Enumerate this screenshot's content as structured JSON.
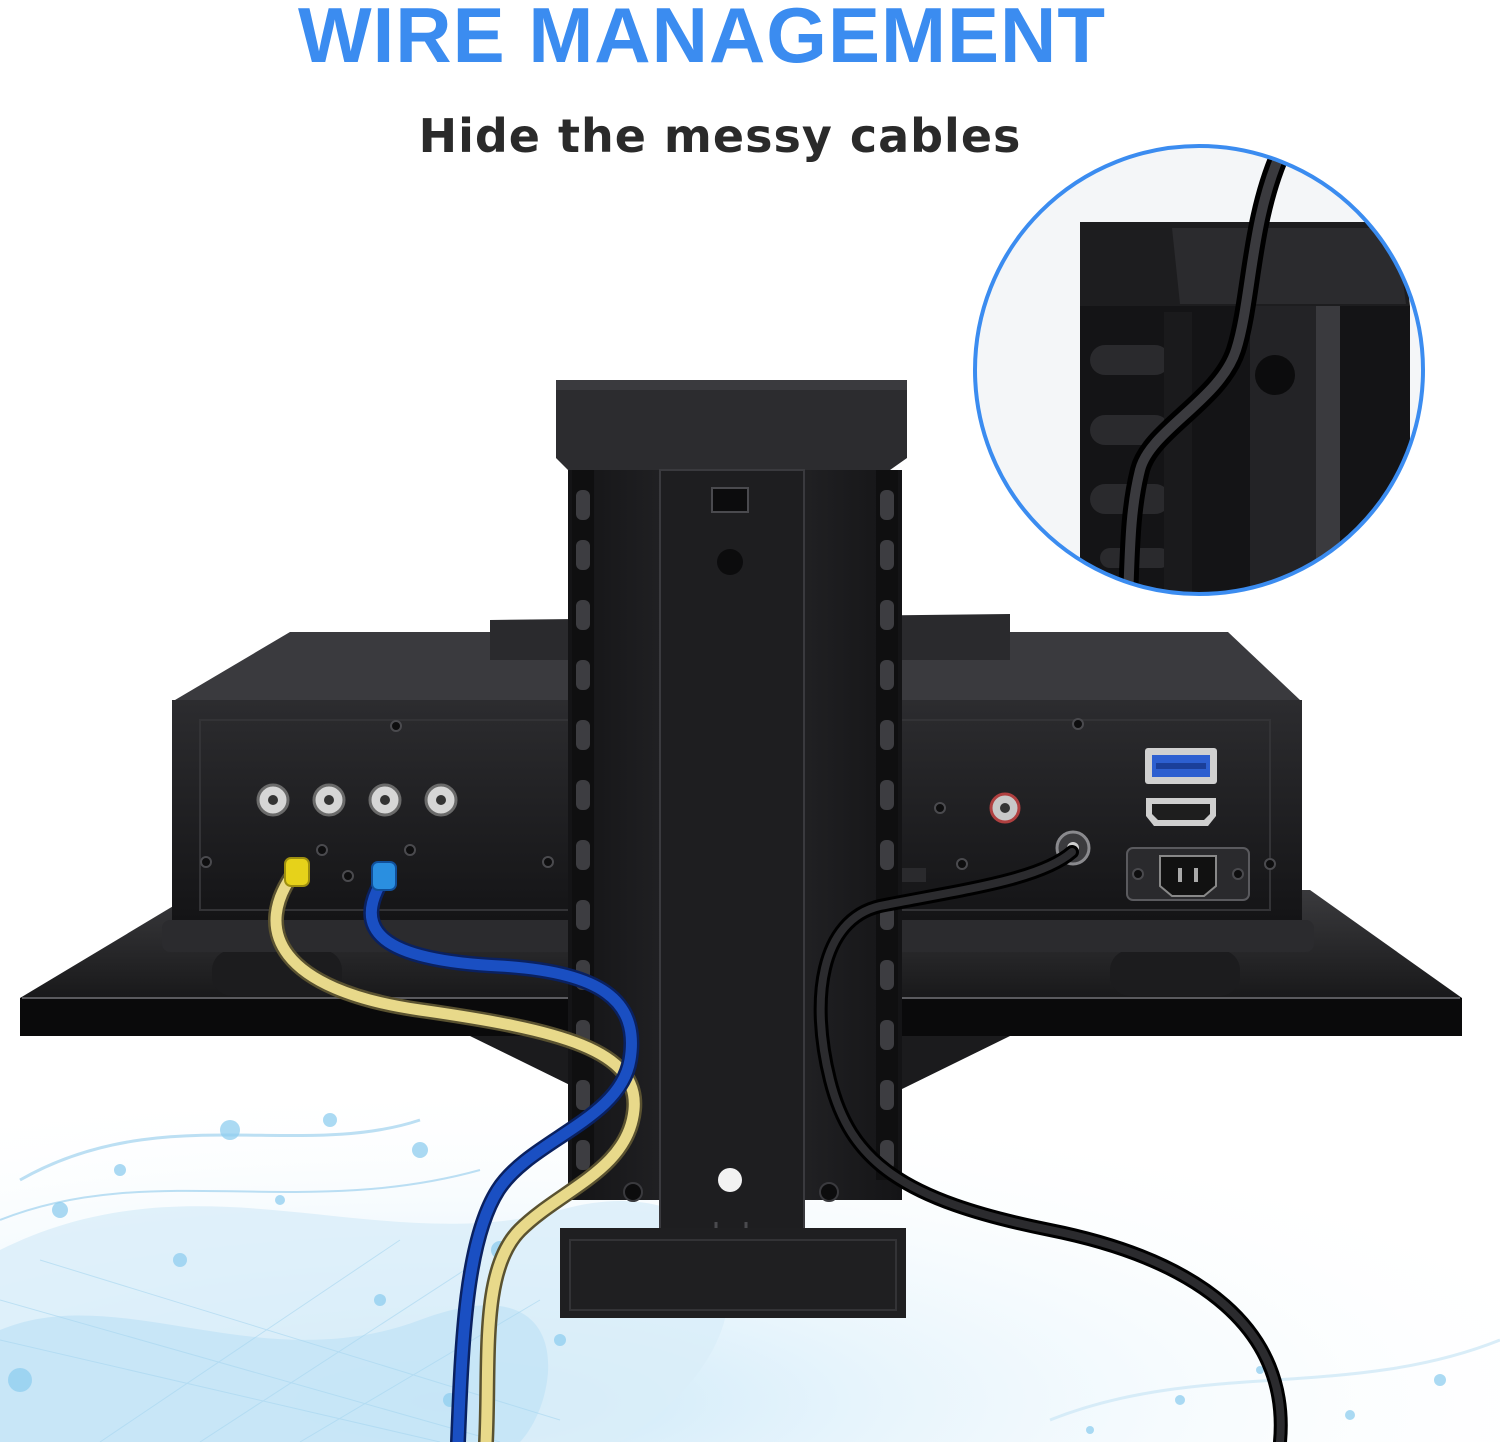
{
  "header": {
    "title": "WIRE MANAGEMENT",
    "subtitle": "Hide the messy cables"
  },
  "colors": {
    "title": "#3b8cf0",
    "subtitle": "#2a2a2a",
    "device": "#1c1c1e",
    "shelf": "#131314",
    "cable_yellow": "#e8d98a",
    "cable_blue": "#1a4fc2",
    "cable_black": "#111111",
    "accent_ring": "#3b8cf0",
    "water": "#7ec3ea"
  },
  "illustration": {
    "subject": "wall-mounted-shelf-with-cable-management-column",
    "inset": "cable-clip-detail-zoom",
    "cables": [
      "yellow-av-cable",
      "blue-av-cable",
      "black-power-cable"
    ]
  }
}
